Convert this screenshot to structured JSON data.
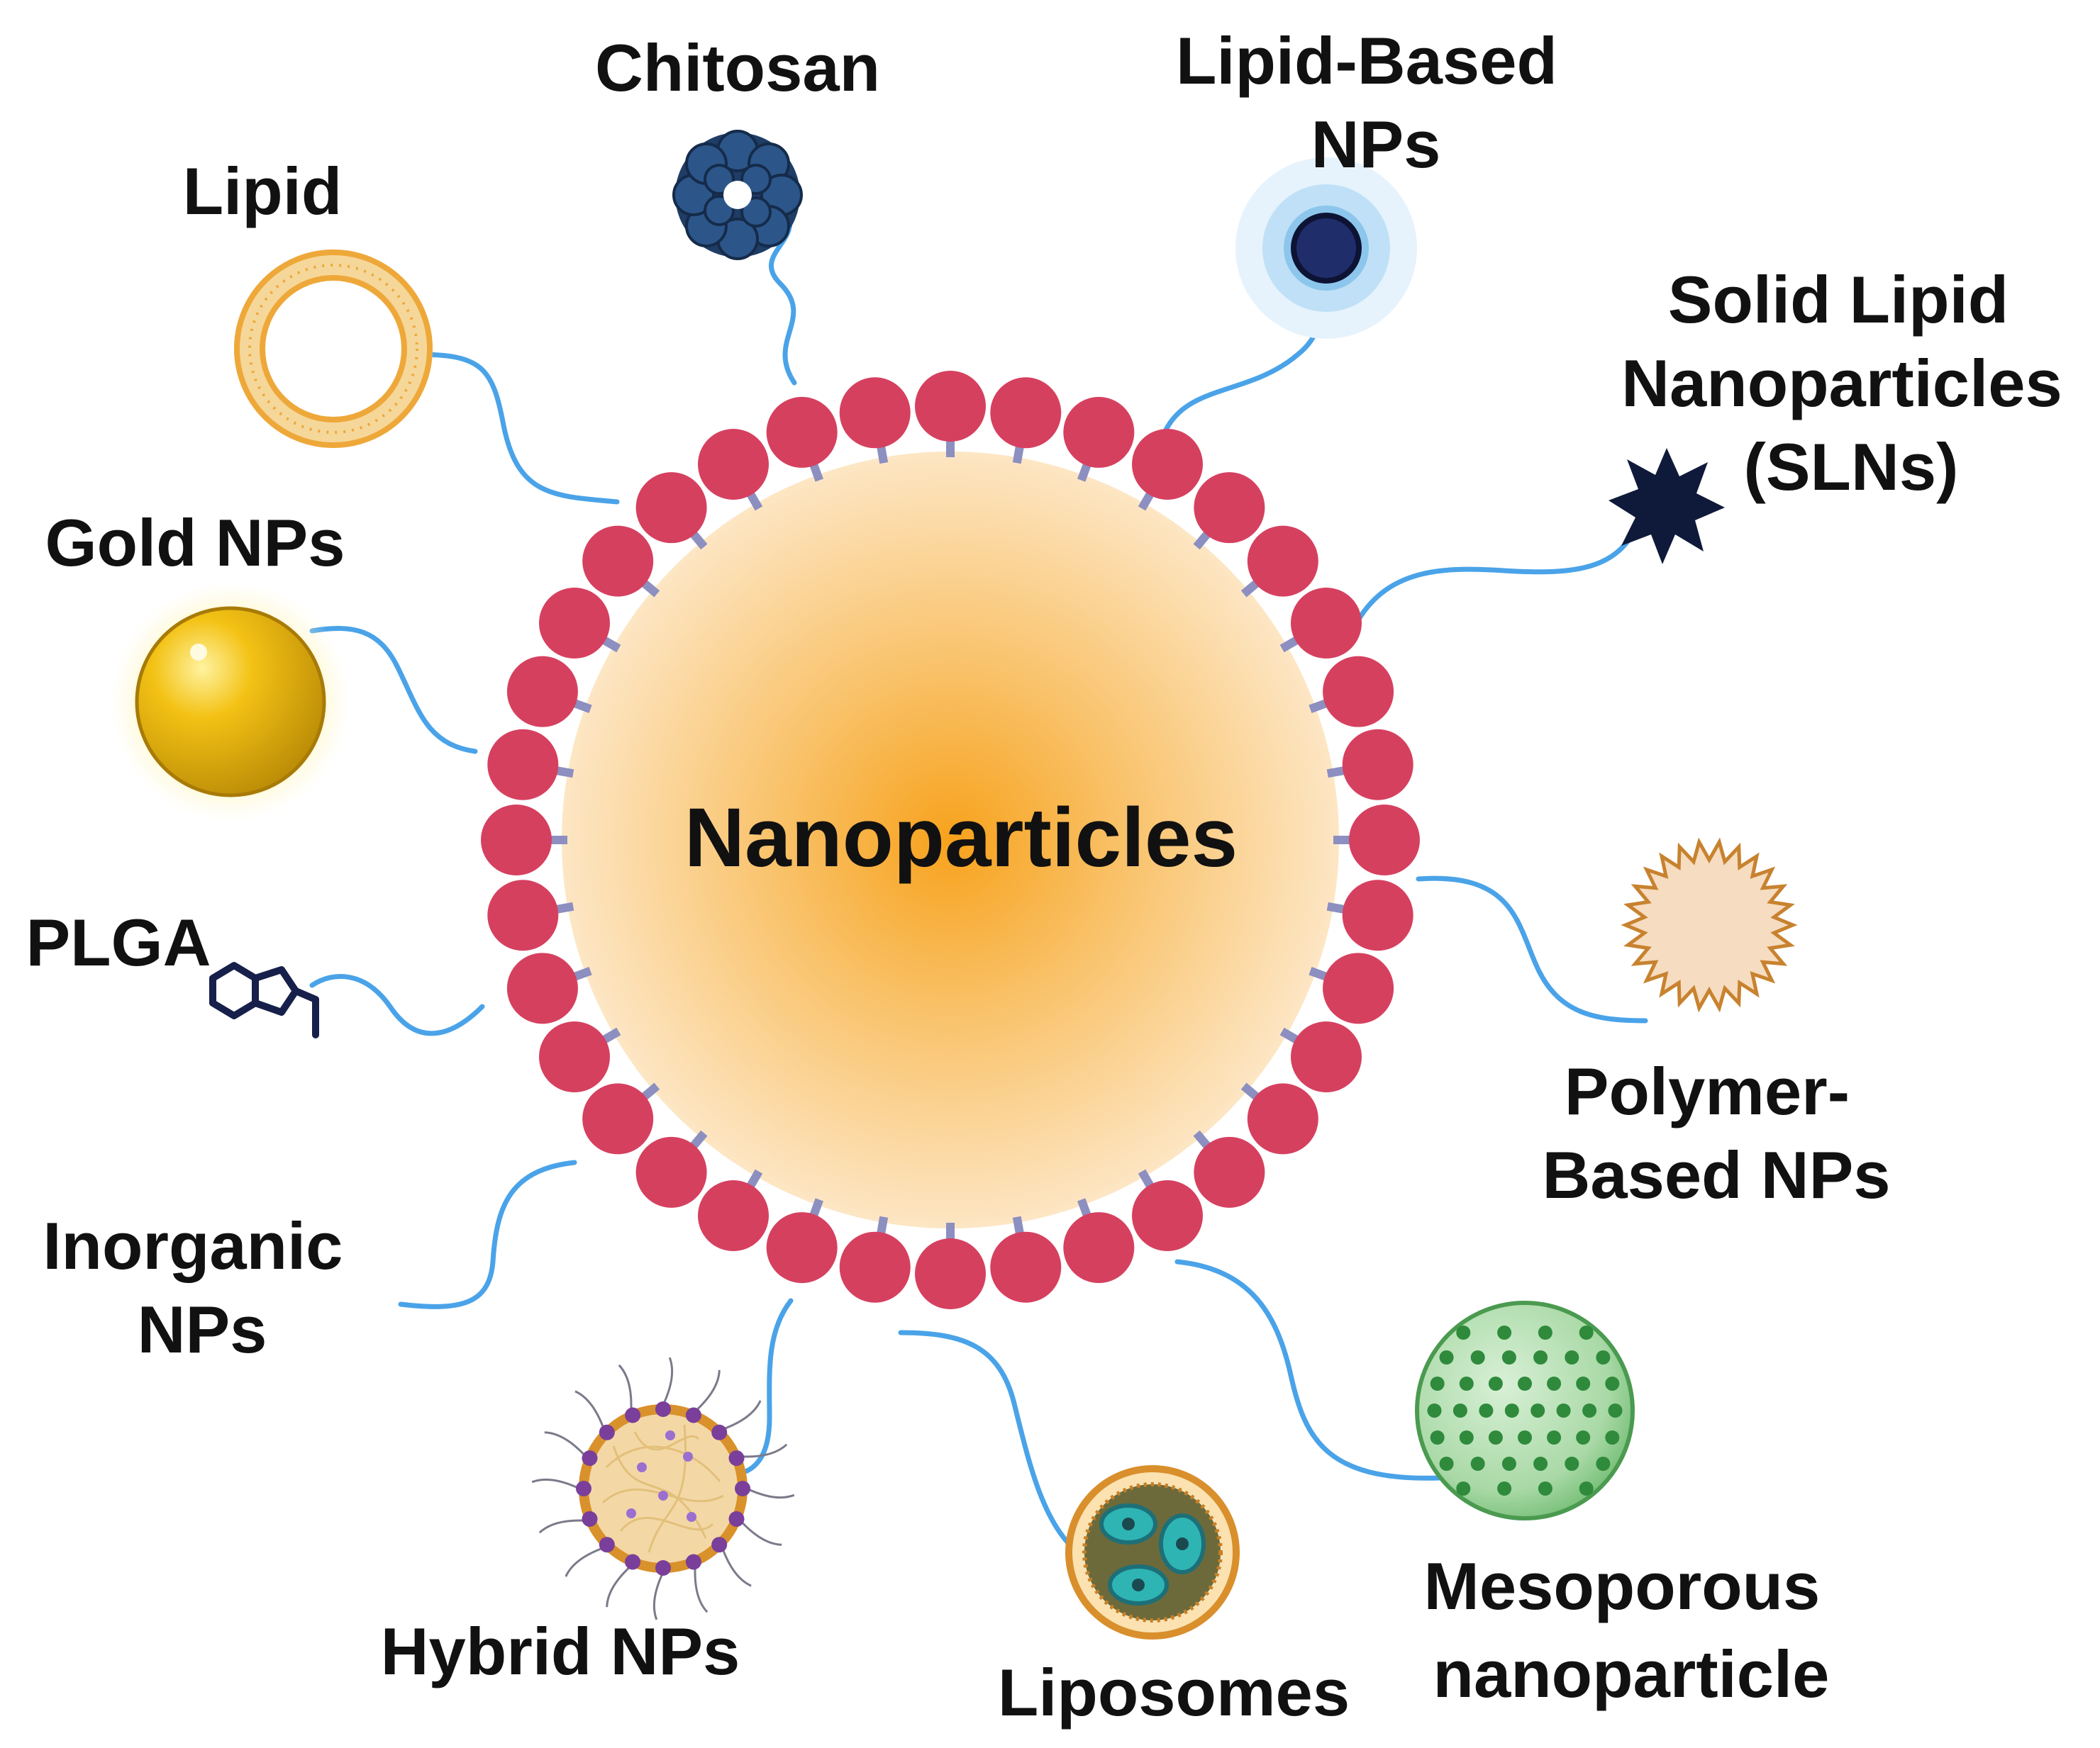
{
  "center": {
    "label": "Nanoparticles"
  },
  "labels": {
    "chitosan": [
      "Chitosan"
    ],
    "lipid_based": [
      "Lipid-Based",
      "NPs"
    ],
    "lipid": [
      "Lipid"
    ],
    "slns": [
      "Solid Lipid",
      "Nanoparticles",
      "(SLNs)"
    ],
    "gold": [
      "Gold NPs"
    ],
    "plga": [
      "PLGA"
    ],
    "polymer_based": [
      "Polymer-",
      "Based NPs"
    ],
    "inorganic": [
      "Inorganic",
      "NPs"
    ],
    "mesoporous": [
      "Mesoporous",
      "nanoparticle"
    ],
    "hybrid": [
      "Hybrid NPs"
    ],
    "liposomes": [
      "Liposomes"
    ]
  },
  "colors": {
    "core_center": "#f7a21c",
    "core_edge": "#fde6c4",
    "shell_bead": "#d6405f",
    "shell_tail": "#8c8fc0",
    "connector": "#4aa3e8",
    "gold": "#f3c215",
    "chitosan": "#1f3d66",
    "lipid_ring": "#eea83a",
    "navy": "#1b2a55",
    "polymer_fill": "#f6dcc0",
    "polymer_edge": "#c8822f",
    "mesoporous": "#4fae54",
    "liposome_core": "#2f6b6a"
  }
}
